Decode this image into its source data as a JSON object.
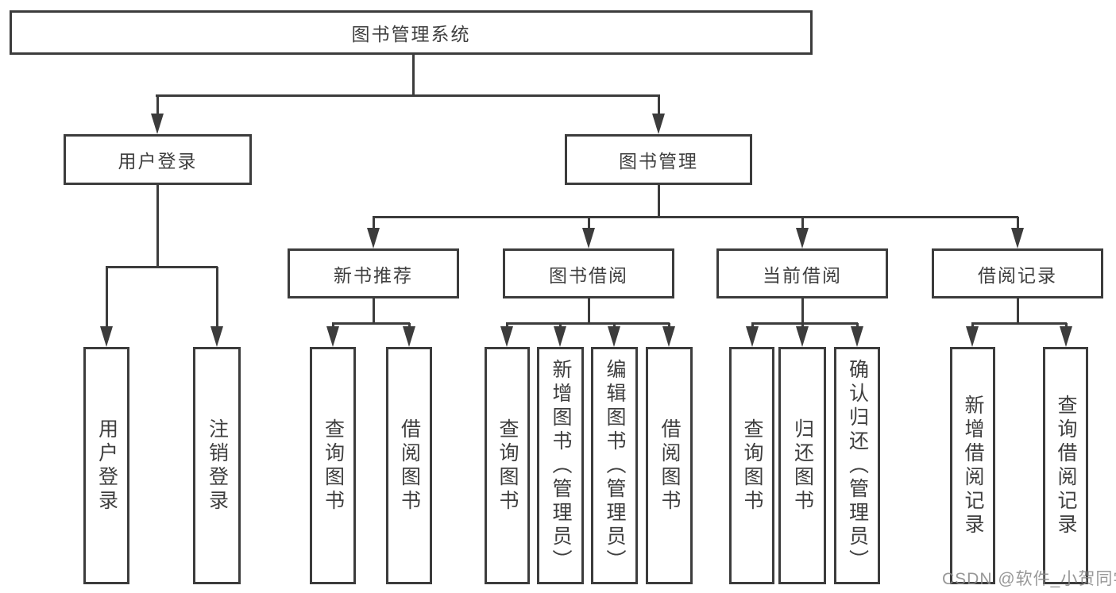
{
  "diagram": {
    "nodes": {
      "root": "图书管理系统",
      "level2": [
        "用户登录",
        "图书管理"
      ],
      "level3": [
        "新书推荐",
        "图书借阅",
        "当前借阅",
        "借阅记录"
      ],
      "leaves": {
        "user_login": [
          "用户登录",
          "注销登录"
        ],
        "new_book_recommend": [
          "查询图书",
          "借阅图书"
        ],
        "book_borrow": [
          "查询图书",
          "新增图书（管理员）",
          "编辑图书（管理员）",
          "借阅图书"
        ],
        "current_borrow": [
          "查询图书",
          "归还图书",
          "确认归还（管理员）"
        ],
        "borrow_record": [
          "新增借阅记录",
          "查询借阅记录"
        ]
      }
    },
    "edges": [
      {
        "from": "图书管理系统",
        "to": "用户登录"
      },
      {
        "from": "图书管理系统",
        "to": "图书管理"
      },
      {
        "from": "用户登录",
        "to": "用户登录"
      },
      {
        "from": "用户登录",
        "to": "注销登录"
      },
      {
        "from": "图书管理",
        "to": "新书推荐"
      },
      {
        "from": "图书管理",
        "to": "图书借阅"
      },
      {
        "from": "图书管理",
        "to": "当前借阅"
      },
      {
        "from": "图书管理",
        "to": "借阅记录"
      },
      {
        "from": "新书推荐",
        "to": "查询图书"
      },
      {
        "from": "新书推荐",
        "to": "借阅图书"
      },
      {
        "from": "图书借阅",
        "to": "查询图书"
      },
      {
        "from": "图书借阅",
        "to": "新增图书（管理员）"
      },
      {
        "from": "图书借阅",
        "to": "编辑图书（管理员）"
      },
      {
        "from": "图书借阅",
        "to": "借阅图书"
      },
      {
        "from": "当前借阅",
        "to": "查询图书"
      },
      {
        "from": "当前借阅",
        "to": "归还图书"
      },
      {
        "from": "当前借阅",
        "to": "确认归还（管理员）"
      },
      {
        "from": "借阅记录",
        "to": "新增借阅记录"
      },
      {
        "from": "借阅记录",
        "to": "查询借阅记录"
      }
    ],
    "colors": {
      "line": "#3c3c3c",
      "text": "#3f3f3f",
      "box_background": "#ffffff",
      "page_background": "#ffffff",
      "watermark": "#8a8a8a"
    }
  },
  "watermark": "CSDN @软件_小贺同学"
}
